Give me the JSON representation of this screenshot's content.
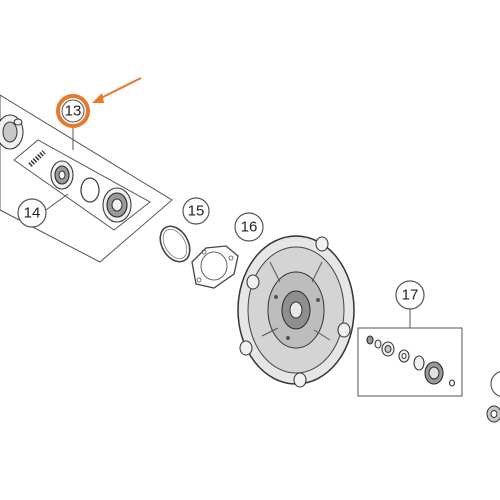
{
  "diagram": {
    "callouts": [
      {
        "id": "13",
        "label": "13",
        "highlighted": true
      },
      {
        "id": "14",
        "label": "14",
        "highlighted": false
      },
      {
        "id": "15",
        "label": "15",
        "highlighted": false
      },
      {
        "id": "16",
        "label": "16",
        "highlighted": false
      },
      {
        "id": "17",
        "label": "17",
        "highlighted": false
      }
    ],
    "colors": {
      "highlight": "#e8782a",
      "line": "#555555",
      "part_fill": "#f1f1f1",
      "part_dark": "#9a9a9a"
    }
  }
}
